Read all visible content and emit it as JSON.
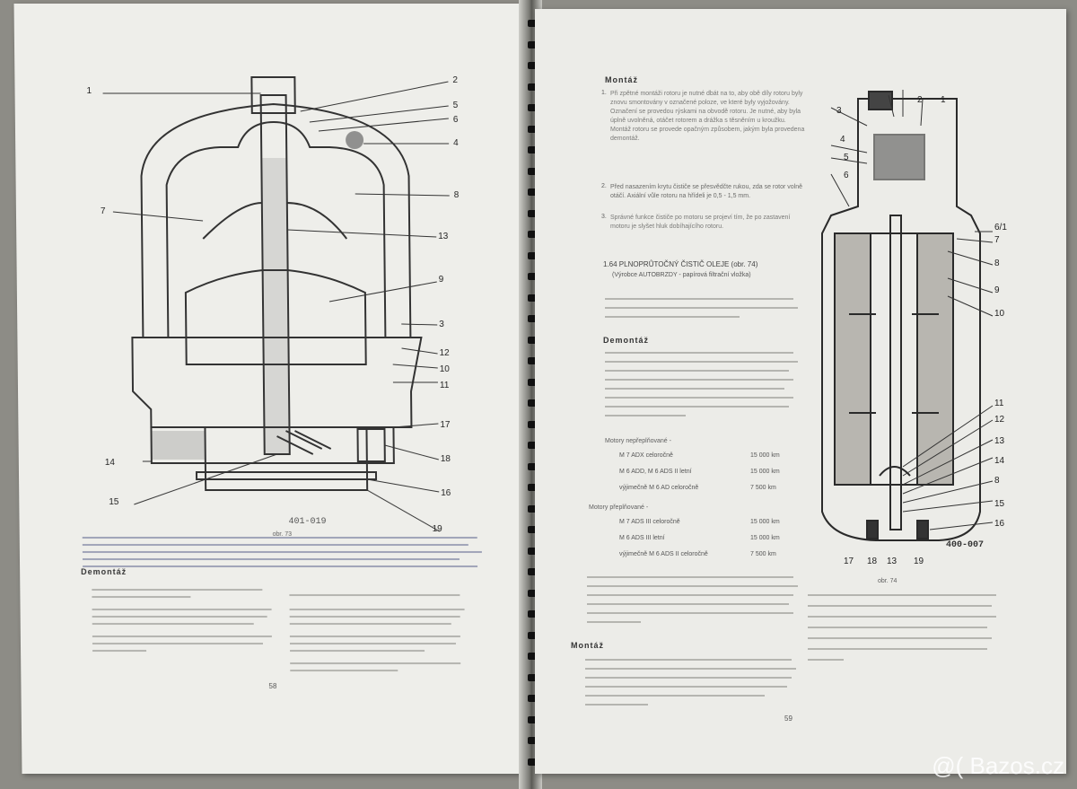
{
  "left_page": {
    "figure_code": "401-019",
    "figure_caption": "obr. 73",
    "page_number": "58",
    "callouts": [
      "1",
      "2",
      "5",
      "6",
      "4",
      "8",
      "7",
      "13",
      "9",
      "3",
      "12",
      "10",
      "11",
      "17",
      "14",
      "18",
      "15",
      "16",
      "19"
    ],
    "section_heading": "Demontáž"
  },
  "right_page": {
    "heading_montaz": "Montáž",
    "item_1": "Při zpětné montáži rotoru je nutné dbát na to, aby obě díly rotoru byly znovu smontovány v označené poloze, ve které byly vyjožovány. Označení se provedou rýskami na obvodě rotoru. Je nutné, aby byla úplně uvolněná, otáčet rotorem a drážka s těsněním u kroužku. Montáž rotoru se provede opačným způsobem, jakým byla provedena demontáž.",
    "item_2": "Před nasazením krytu čističe se přesvědčte rukou, zda se rotor volně otáčí. Axiální vůle rotoru na hřídeli je 0,5 - 1,5 mm.",
    "item_3": "Správné funkce čističe po motoru se projeví tím, že po zastavení motoru je slyšet hluk dobíhajícího rotoru.",
    "section_title": "1.64 PLNOPRŮTOČNÝ ČISTIČ OLEJE (obr. 74)",
    "section_sub": "(Výrobce AUTOBRZDY - papírová filtrační vložka)",
    "heading_demontaz": "Demontáž",
    "motors_not_overcharged": "Motory nepřeplňované -",
    "motors_rows_1": [
      {
        "name": "M 7 ADX celoročně",
        "value": "15 000 km"
      },
      {
        "name": "M 6 ADD, M 6 ADS II letní",
        "value": "15 000 km"
      },
      {
        "name": "výjimečně M 6 AD celoročně",
        "value": "7 500 km"
      }
    ],
    "motors_overcharged": "Motory přeplňované -",
    "motors_rows_2": [
      {
        "name": "M 7 ADS III celoročně",
        "value": "15 000 km"
      },
      {
        "name": "M 6 ADS III letní",
        "value": "15 000 km"
      },
      {
        "name": "výjimečně M 6 ADS II celoročně",
        "value": "7 500 km"
      }
    ],
    "heading_montaz_2": "Montáž",
    "figure_code": "400-007",
    "figure_caption": "obr. 74",
    "page_number": "59",
    "callouts_right": [
      "6/1",
      "7",
      "8",
      "9",
      "10",
      "11",
      "12",
      "13",
      "14",
      "8",
      "15",
      "16"
    ],
    "callouts_top": [
      "3",
      "4",
      "5",
      "6",
      "2",
      "1"
    ],
    "callouts_bottom": [
      "17",
      "18",
      "13",
      "19"
    ]
  },
  "watermark": "@( Bazos.cz"
}
